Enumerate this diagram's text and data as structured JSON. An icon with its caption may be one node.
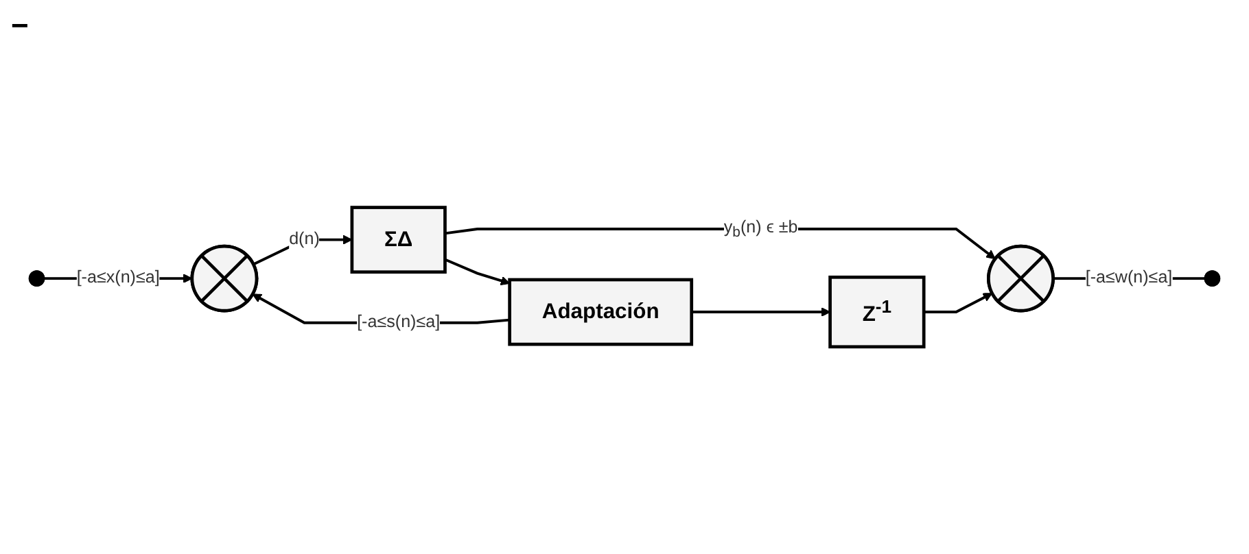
{
  "diagram": {
    "nodes": [
      {
        "text": [],
        "shape": "dot"
      },
      {
        "text": [],
        "shape": "circle"
      },
      {
        "text": [
          "ΣΔ"
        ]
      },
      {
        "text": [
          "Adaptación"
        ]
      },
      {
        "text": [
          "Z$^{-1}$"
        ]
      },
      {
        "text": [],
        "shape": "circle"
      },
      {
        "text": [],
        "shape": "dot"
      }
    ],
    "edges": [
      {
        "from": 0,
        "to": 1,
        "arrow": "to",
        "label": "[-a≤x(n)≤a]"
      },
      {
        "from": 1,
        "to": 2,
        "arrow": "to",
        "label": "d(n)"
      },
      {
        "from": 2,
        "to": 5,
        "arrow": "to",
        "label": "y$_{b}$(n) ϵ ±b"
      },
      {
        "from": 2,
        "to": 3,
        "arrow": "to"
      },
      {
        "from": 3,
        "to": 4,
        "arrow": "to"
      },
      {
        "from": 3,
        "to": 1,
        "arrow": "to",
        "label": "[-a≤s(n)≤a]"
      },
      {
        "from": 4,
        "to": 5,
        "arrow": "to"
      },
      {
        "from": 5,
        "to": 6,
        "arrow": "none",
        "label": "[-a≤w(n)≤a]"
      }
    ],
    "labels": [
      "−"
    ]
  }
}
